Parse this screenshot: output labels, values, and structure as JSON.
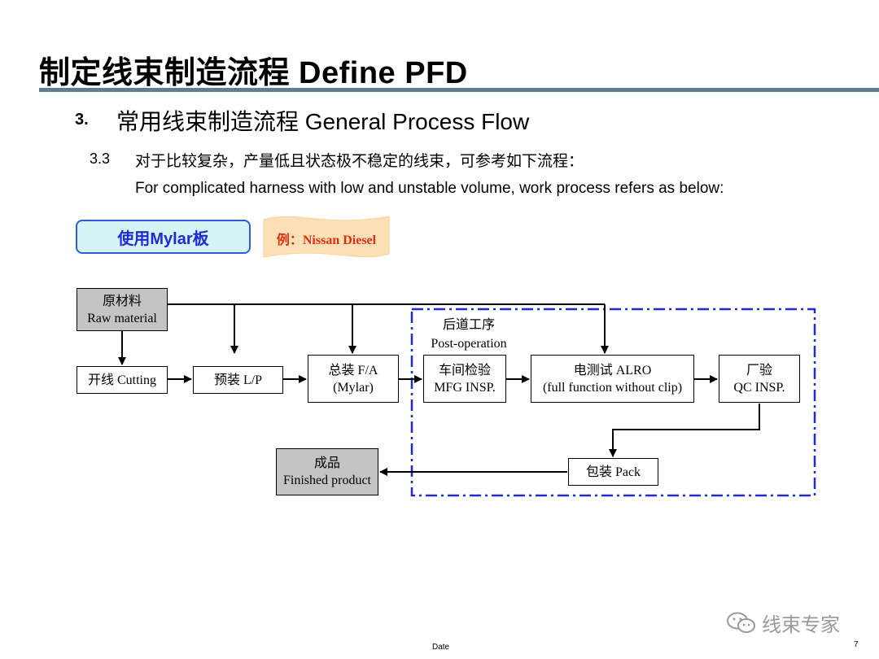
{
  "slide": {
    "title": "制定线束制造流程 Define PFD",
    "section": {
      "number": "3.",
      "title": "常用线束制造流程 General Process Flow"
    },
    "subsection": {
      "number": "3.3",
      "text_cn": "对于比较复杂，产量低且状态极不稳定的线束，可参考如下流程：",
      "text_en": "For complicated harness with low and unstable volume, work process refers as below:"
    },
    "mylar_label": "使用Mylar板",
    "example_banner": "例：Nissan Diesel",
    "footer": {
      "date_label": "Date",
      "page_number": "7"
    },
    "watermark": "线束专家"
  },
  "colors": {
    "title_rule": "#5e7d96",
    "mylar_border": "#2f5bd6",
    "mylar_fill": "#d6f3f5",
    "mylar_text": "#1c2bd6",
    "banner_fill": "#fde0b8",
    "banner_text": "#e03010",
    "postop_frame": "#1c2bd6",
    "box_gray": "#c4c4c4"
  },
  "diagram": {
    "post_operation": {
      "cn": "后道工序",
      "en": "Post-operation"
    },
    "nodes": {
      "raw_material": {
        "cn": "原材料",
        "en": "Raw material"
      },
      "cutting": {
        "label": "开线 Cutting"
      },
      "lp": {
        "label": "预装 L/P"
      },
      "fa": {
        "cn": "总装 F/A",
        "en": "(Mylar)"
      },
      "mfg": {
        "cn": "车间检验",
        "en": "MFG INSP."
      },
      "alro": {
        "cn": "电测试 ALRO",
        "en": "(full function without clip)"
      },
      "qc": {
        "cn": "厂验",
        "en": "QC INSP."
      },
      "pack": {
        "label": "包装 Pack"
      },
      "finished": {
        "cn": "成品",
        "en": "Finished product"
      }
    },
    "edges": [
      [
        "raw_material",
        "cutting"
      ],
      [
        "raw_material",
        "lp"
      ],
      [
        "raw_material",
        "fa"
      ],
      [
        "raw_material",
        "alro"
      ],
      [
        "cutting",
        "lp"
      ],
      [
        "lp",
        "fa"
      ],
      [
        "fa",
        "mfg"
      ],
      [
        "mfg",
        "alro"
      ],
      [
        "alro",
        "qc"
      ],
      [
        "qc",
        "pack"
      ],
      [
        "pack",
        "finished"
      ]
    ]
  }
}
